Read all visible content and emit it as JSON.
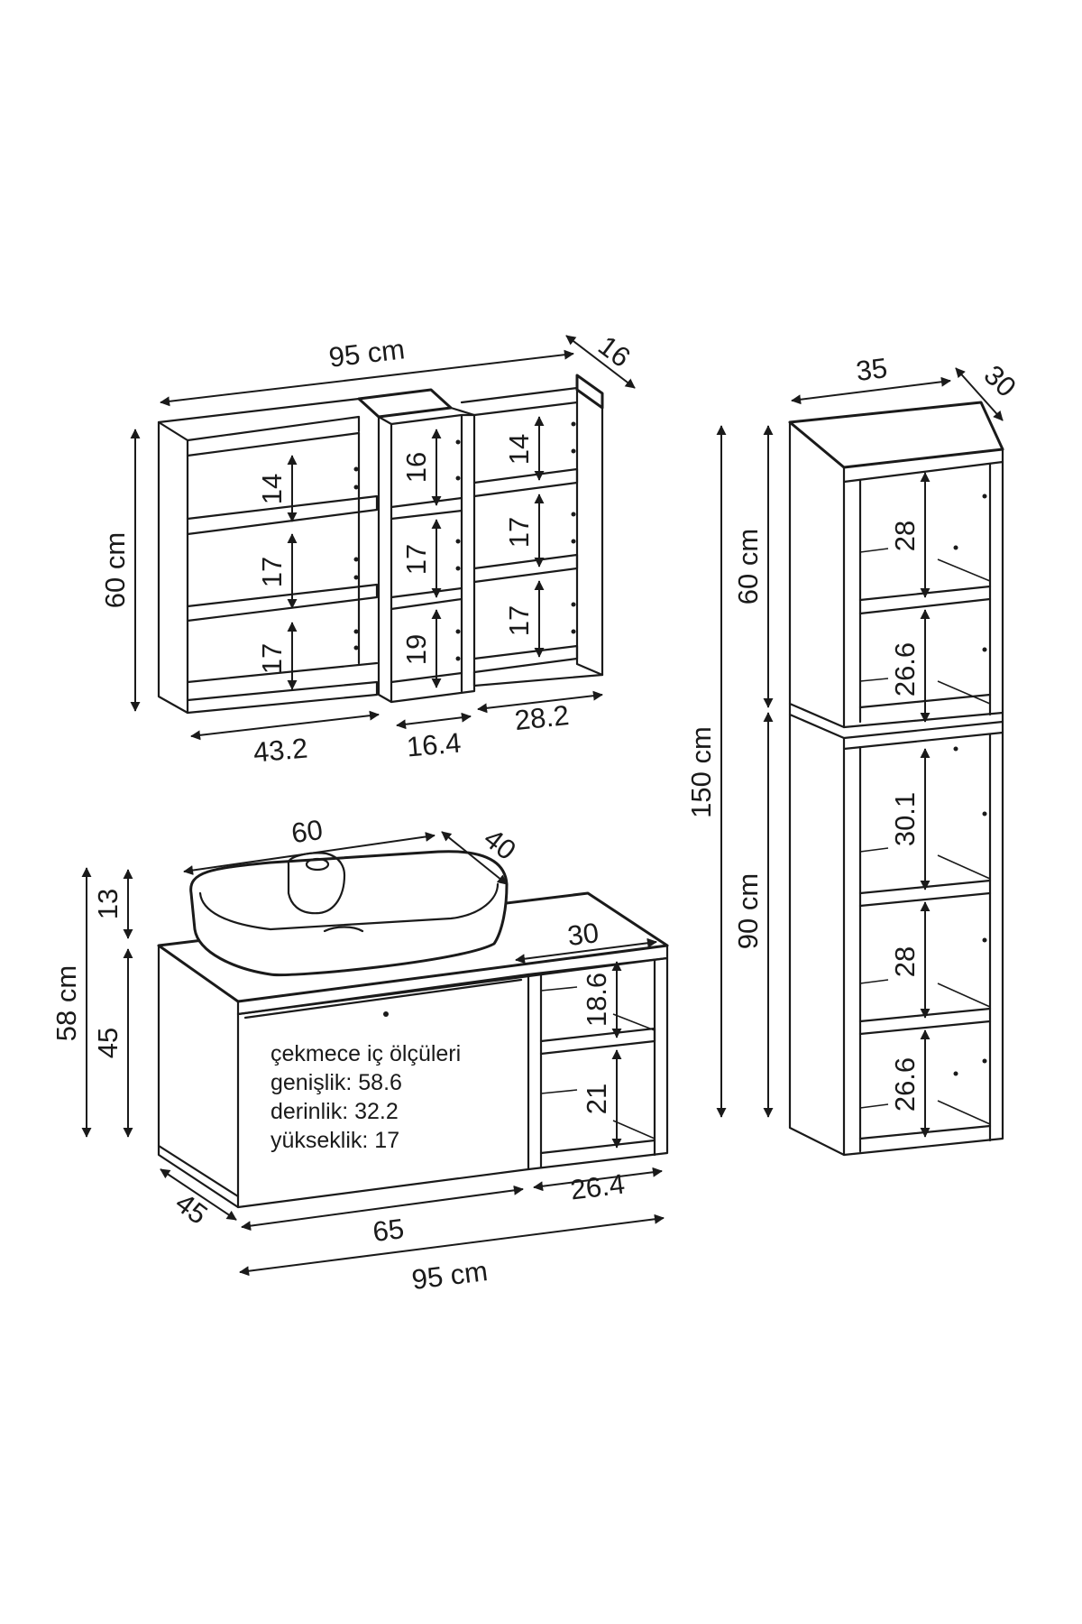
{
  "wall_shelf": {
    "width": "95 cm",
    "depth": "16",
    "height": "60 cm",
    "left_section_width": "43.2",
    "middle_section_width": "16.4",
    "right_section_width": "28.2",
    "left_shelf_heights": [
      "14",
      "17",
      "17"
    ],
    "middle_shelf_heights": [
      "16",
      "17",
      "19"
    ],
    "right_shelf_heights": [
      "14",
      "17",
      "17"
    ]
  },
  "tall_cabinet": {
    "width": "35",
    "depth": "30",
    "total_height": "150 cm",
    "upper_height": "60 cm",
    "lower_height": "90 cm",
    "upper_shelf_heights": [
      "28",
      "26.6"
    ],
    "lower_shelf_heights": [
      "30.1",
      "28",
      "26.6"
    ]
  },
  "sink": {
    "width": "60",
    "depth": "40",
    "height": "13"
  },
  "vanity": {
    "total_height": "58 cm",
    "cabinet_height": "45",
    "depth": "45",
    "total_width": "95 cm",
    "drawer_width": "65",
    "open_shelf_width": "26.4",
    "open_shelf_depth": "30",
    "open_shelf_heights": [
      "18.6",
      "21"
    ],
    "drawer_note": {
      "title": "çekmece iç ölçüleri",
      "width_line": "genişlik: 58.6",
      "depth_line": "derinlik: 32.2",
      "height_line": "yükseklik: 17"
    }
  }
}
